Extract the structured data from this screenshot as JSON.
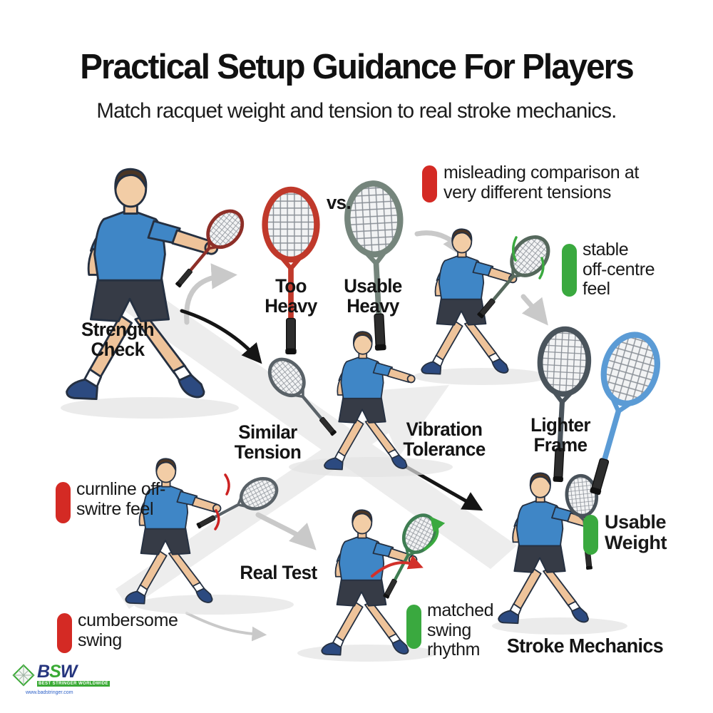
{
  "header": {
    "title": "Practical Setup Guidance For Players",
    "subtitle": "Match racquet weight and tension to real stroke mechanics."
  },
  "steps": {
    "strength_check": "Strength\nCheck",
    "similar_tension": "Similar\nTension",
    "vibration_tolerance": "Vibration\nTolerance",
    "real_test": "Real Test",
    "stroke_mechanics": "Stroke Mechanics"
  },
  "comparison": {
    "vs_label": "vs.",
    "too_heavy": "Too\nHeavy",
    "usable_heavy": "Usable\nHeavy",
    "lighter_frame": "Lighter\nFrame"
  },
  "badges": {
    "misleading": {
      "icon": "red-pill",
      "text": "misleading comparison at\nvery different tensions"
    },
    "stable": {
      "icon": "green-pill",
      "text": "stable\noff-centre\nfeel"
    },
    "offswitre": {
      "icon": "red-pill",
      "text": "curnline off-\nswitre feel"
    },
    "usable_weight": {
      "icon": "green-pill",
      "text": "Usable\nWeight"
    },
    "matched": {
      "icon": "green-pill",
      "text": "matched\nswing\nrhythm"
    },
    "cumbersome": {
      "icon": "red-pill",
      "text": "cumbersome\nswing"
    }
  },
  "logo": {
    "letters": [
      "B",
      "S",
      "W"
    ],
    "tagline": "BEST STRINGER WORLDWIDE",
    "website": "www.badstringer.com"
  },
  "colors": {
    "negative": "#d42a24",
    "positive": "#3aa93f",
    "shirt_blue": "#3f86c6",
    "racquet_red": "#c0392b",
    "racquet_sage": "#75857c",
    "racquet_dark": "#4a545c",
    "racquet_blue": "#5b9bd5"
  }
}
